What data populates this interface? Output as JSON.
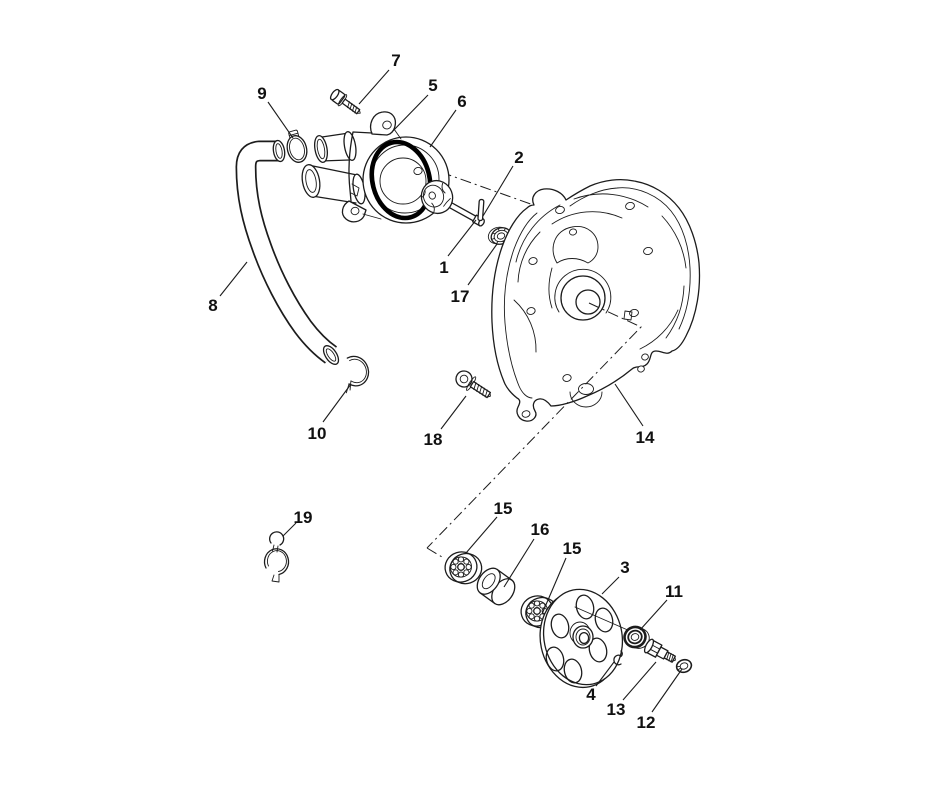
{
  "diagram": {
    "background_color": "#ffffff",
    "line_color": "#1c1c1c",
    "highlight_part_color": "#000000",
    "labels": {
      "p1": "1",
      "p2": "2",
      "p3": "3",
      "p4": "4",
      "p5": "5",
      "p6": "6",
      "p7": "7",
      "p8": "8",
      "p9": "9",
      "p10": "10",
      "p11": "11",
      "p12": "12",
      "p13": "13",
      "p14": "14",
      "p15a": "15",
      "p15b": "15",
      "p16": "16",
      "p17": "17",
      "p18": "18",
      "p19": "19"
    }
  }
}
